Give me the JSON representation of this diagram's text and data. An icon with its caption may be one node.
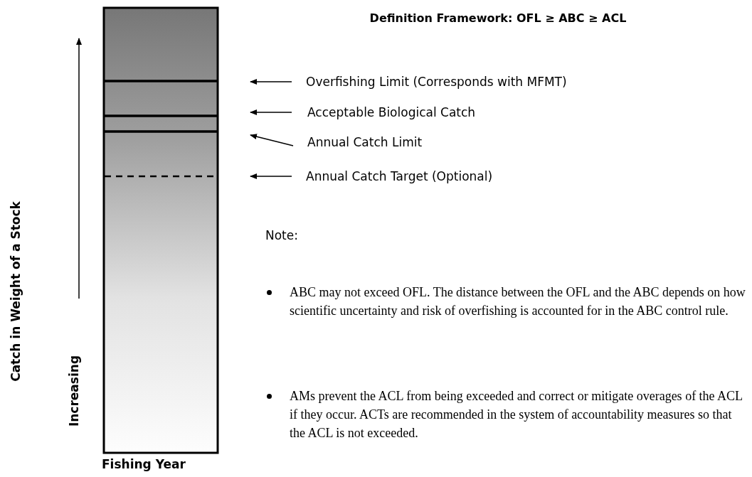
{
  "diagram": {
    "title": "Definition Framework: OFL ≥ ABC ≥ ACL",
    "nodes": [
      {
        "text": [
          "Overfishing Limit (Corresponds with MFMT)"
        ]
      },
      {
        "text": [
          "Acceptable Biological Catch"
        ]
      },
      {
        "text": [
          "Annual Catch Limit"
        ]
      },
      {
        "text": [
          "Annual Catch Target (Optional)"
        ]
      }
    ],
    "edges": [
      {
        "from": 0,
        "to": null,
        "arrow": "to"
      },
      {
        "from": 1,
        "to": null,
        "arrow": "to"
      },
      {
        "from": 2,
        "to": null,
        "arrow": "to"
      },
      {
        "from": 3,
        "to": null,
        "arrow": "to"
      }
    ],
    "labels": [
      "Catch in Weight of a Stock",
      "Increasing",
      "Fishing Year",
      "Note:",
      "ABC may not exceed OFL. The distance between the OFL and the ABC depends on how scientific uncertainty and risk of overfishing is accounted for in the ABC control rule.",
      "AMs prevent the ACL from being exceeded and correct or mitigate overages of the ACL if they occur. ACTs are recommended in the system of accountability measures so that the ACL is not exceeded."
    ]
  }
}
